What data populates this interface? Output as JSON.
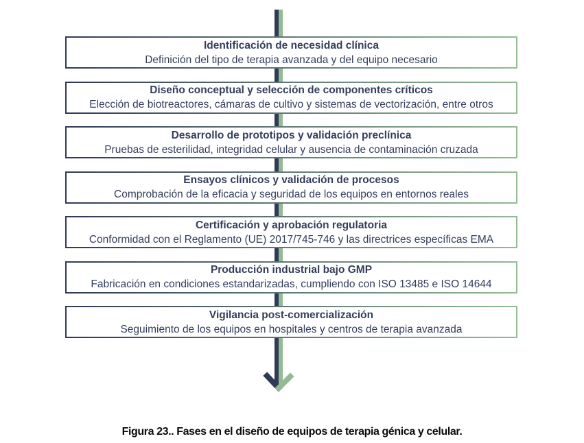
{
  "figure": {
    "caption": "Figura 23.. Fases en el diseño de equipos de terapia génica y celular."
  },
  "colors": {
    "navy": "#2f3a57",
    "green": "#92ba94",
    "text": "#333e5c",
    "caption": "#0a0a0a",
    "background": "#ffffff"
  },
  "flow": {
    "arrow_icon": "down-arrow",
    "steps": [
      {
        "title": "Identificación de necesidad clínica",
        "description": "Definición del tipo de terapia avanzada y del equipo necesario"
      },
      {
        "title": "Diseño conceptual y selección de componentes críticos",
        "description": "Elección de biotreactores, cámaras de cultivo y sistemas de vectorización, entre otros"
      },
      {
        "title": "Desarrollo de prototipos y validación preclínica",
        "description": "Pruebas de esterilidad, integridad celular y ausencia de contaminación cruzada"
      },
      {
        "title": "Ensayos clínicos y validación de procesos",
        "description": "Comprobación de la eficacia y seguridad de los equipos en entornos reales"
      },
      {
        "title": "Certificación y aprobación regulatoria",
        "description": "Conformidad con el Reglamento (UE) 2017/745-746 y las directrices específicas EMA"
      },
      {
        "title": "Producción industrial bajo GMP",
        "description": "Fabricación en condiciones estandarizadas, cumpliendo con ISO 13485 e ISO 14644"
      },
      {
        "title": "Vigilancia post-comercialización",
        "description": "Seguimiento de los equipos en hospitales y centros de terapia avanzada"
      }
    ]
  }
}
